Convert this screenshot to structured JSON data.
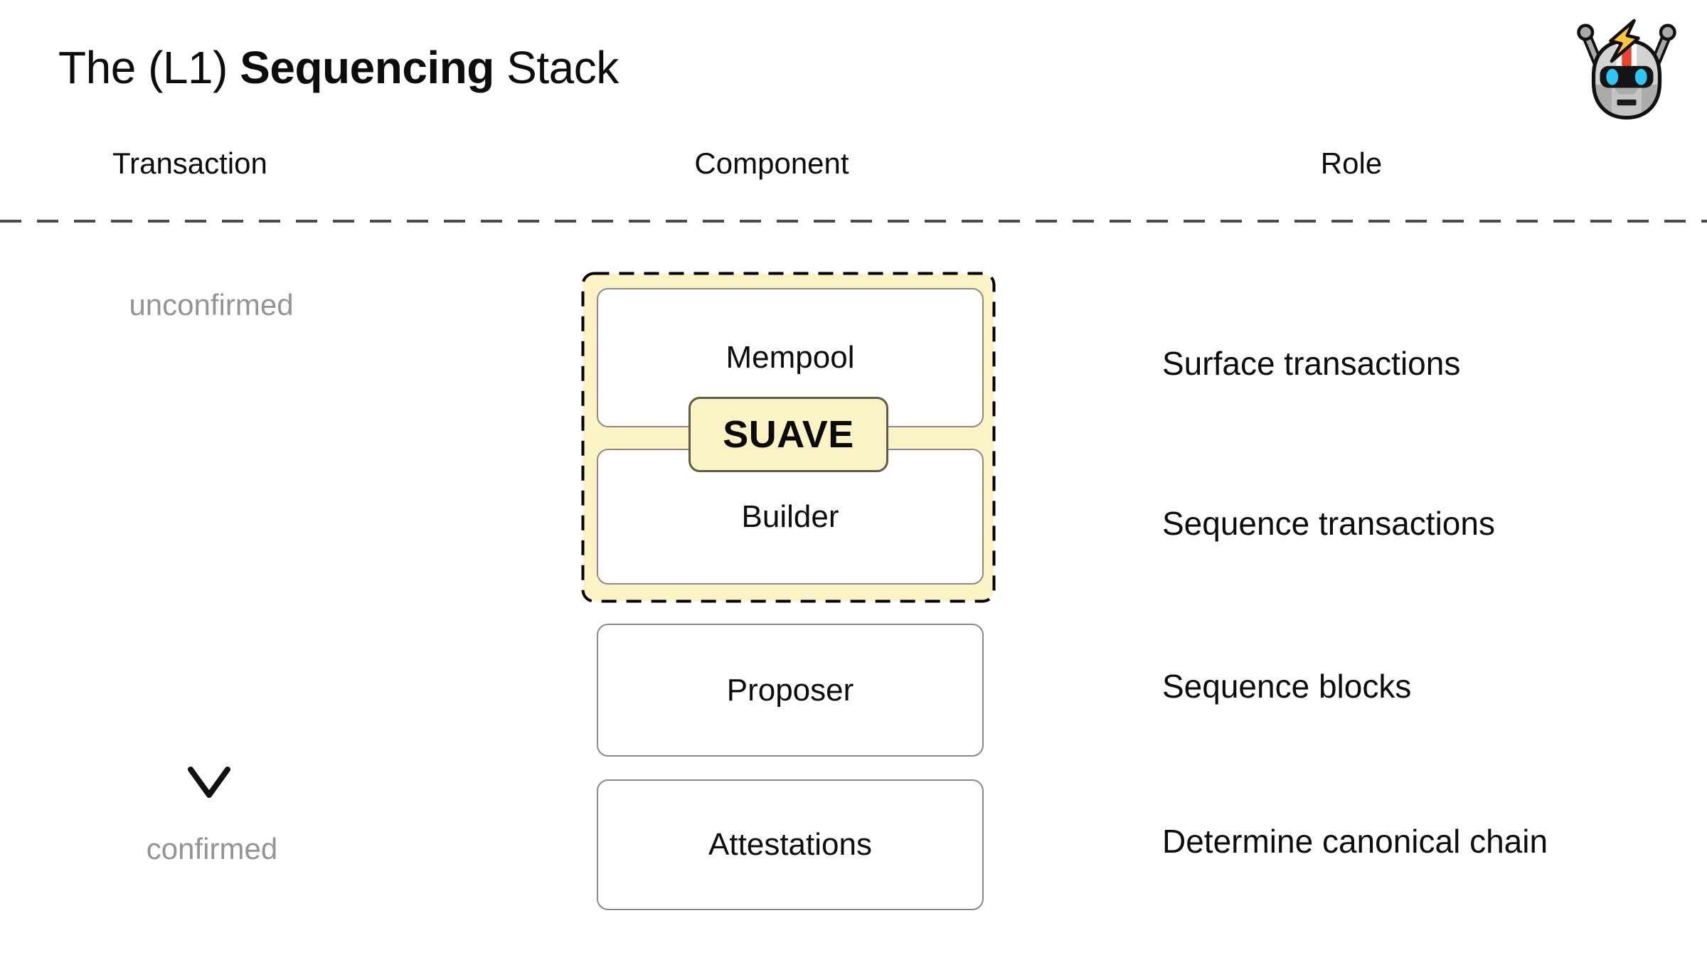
{
  "title": {
    "prefix": "The (L1) ",
    "bold": "Sequencing",
    "suffix": " Stack"
  },
  "headers": {
    "transaction": "Transaction",
    "component": "Component",
    "role": "Role"
  },
  "flow": {
    "start_label": "unconfirmed",
    "end_label": "confirmed",
    "direction": "down"
  },
  "suave": {
    "label": "SUAVE"
  },
  "components": [
    {
      "label": "Mempool",
      "role": "Surface transactions",
      "in_suave": true
    },
    {
      "label": "Builder",
      "role": "Sequence transactions",
      "in_suave": true
    },
    {
      "label": "Proposer",
      "role": "Sequence blocks",
      "in_suave": false
    },
    {
      "label": "Attestations",
      "role": "Determine canonical chain",
      "in_suave": false
    }
  ],
  "icons": {
    "robot": "robot-with-lightning-bolt"
  },
  "colors": {
    "background": "#FFFFFF",
    "suave_fill": "#FBF3C5",
    "suave_dashed_border": "#000000",
    "suave_badge_border": "#5C5C49",
    "component_box_border": "#8A8A8A",
    "muted_label": "#949494",
    "divider": "#4A4A4A",
    "text": "#111111",
    "robot_gray": "#D2D2D2",
    "robot_stripe_red": "#E8432C",
    "robot_eye_blue": "#2EC6F5",
    "bolt_yellow": "#FFC53D"
  }
}
